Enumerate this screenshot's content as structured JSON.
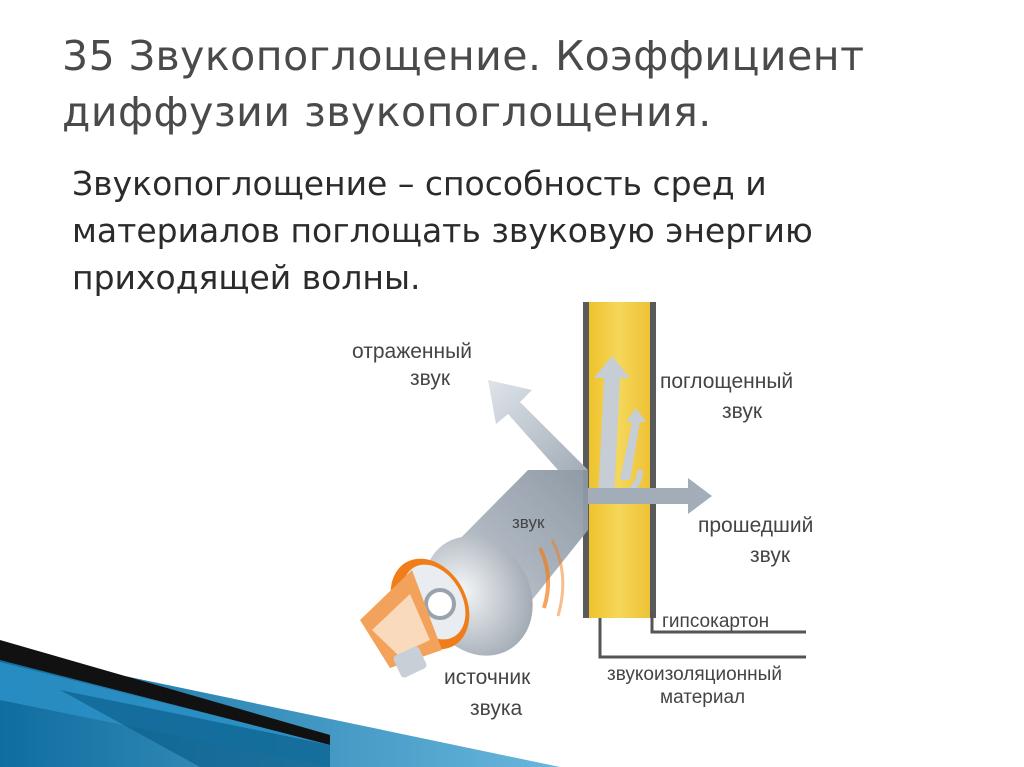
{
  "slide": {
    "title_lines": [
      "35 Звукопоглощение. Коэффициент",
      "диффузии звукопоглощения."
    ],
    "text_lines": [
      "Звукопоглощение – способность сред и",
      "материалов поглощать звуковую энергию",
      "приходящей волны."
    ]
  },
  "diagram": {
    "labels": {
      "reflected_1": "отраженный",
      "reflected_2": "звук",
      "absorbed_1": "поглощенный",
      "absorbed_2": "звук",
      "incident": "звук",
      "transmitted_1": "прошедший",
      "transmitted_2": "звук",
      "source_1": "источник",
      "source_2": "звука",
      "drywall": "гипсокартон",
      "insulation_1": "звукоизоляционный",
      "insulation_2": "материал"
    },
    "colors": {
      "insulation_fill": "#f2cf3d",
      "wall_edge": "#555555",
      "arrow_light": "#cfd5dc",
      "arrow_dark": "#8c97a3",
      "speaker_orange": "#f07d1a",
      "deco_blue": "#1f7fb3"
    }
  }
}
